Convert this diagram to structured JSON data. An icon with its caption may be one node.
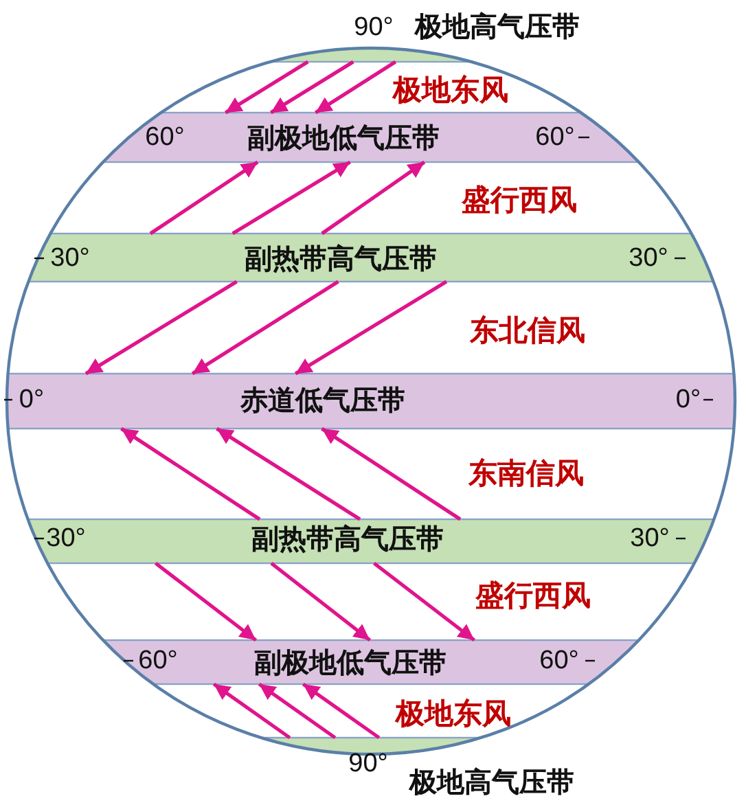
{
  "diagram": {
    "nodes": [
      {
        "text": [
          "90°",
          "极地高气压带"
        ]
      },
      {
        "text": [
          "60°",
          "副极地低气压带",
          "60°"
        ]
      },
      {
        "text": [
          "30°",
          "副热带高气压带",
          "30°"
        ]
      },
      {
        "text": [
          "0°",
          "赤道低气压带",
          "0°"
        ]
      },
      {
        "text": [
          "30°",
          "副热带高气压带",
          "30°"
        ]
      },
      {
        "text": [
          "60°",
          "副极地低气压带",
          "60°"
        ]
      },
      {
        "text": [
          "90°",
          "极地高气压带"
        ]
      }
    ],
    "edges": [
      {
        "from": 0,
        "to": 1,
        "arrow": "to"
      },
      {
        "from": 0,
        "to": 1,
        "arrow": "to"
      },
      {
        "from": 0,
        "to": 1,
        "arrow": "to"
      },
      {
        "from": 2,
        "to": 1,
        "arrow": "to"
      },
      {
        "from": 2,
        "to": 1,
        "arrow": "to"
      },
      {
        "from": 2,
        "to": 1,
        "arrow": "to"
      },
      {
        "from": 2,
        "to": 3,
        "arrow": "to"
      },
      {
        "from": 2,
        "to": 3,
        "arrow": "to"
      },
      {
        "from": 2,
        "to": 3,
        "arrow": "to"
      },
      {
        "from": 4,
        "to": 3,
        "arrow": "to"
      },
      {
        "from": 4,
        "to": 3,
        "arrow": "to"
      },
      {
        "from": 4,
        "to": 3,
        "arrow": "to"
      },
      {
        "from": 4,
        "to": 5,
        "arrow": "to"
      },
      {
        "from": 4,
        "to": 5,
        "arrow": "to"
      },
      {
        "from": 4,
        "to": 5,
        "arrow": "to"
      },
      {
        "from": 6,
        "to": 5,
        "arrow": "to"
      },
      {
        "from": 6,
        "to": 5,
        "arrow": "to"
      },
      {
        "from": 6,
        "to": 5,
        "arrow": "to"
      }
    ],
    "labels": [
      "极地东风",
      "盛行西风",
      "东北信风",
      "东南信风",
      "盛行西风",
      "极地东风"
    ]
  }
}
